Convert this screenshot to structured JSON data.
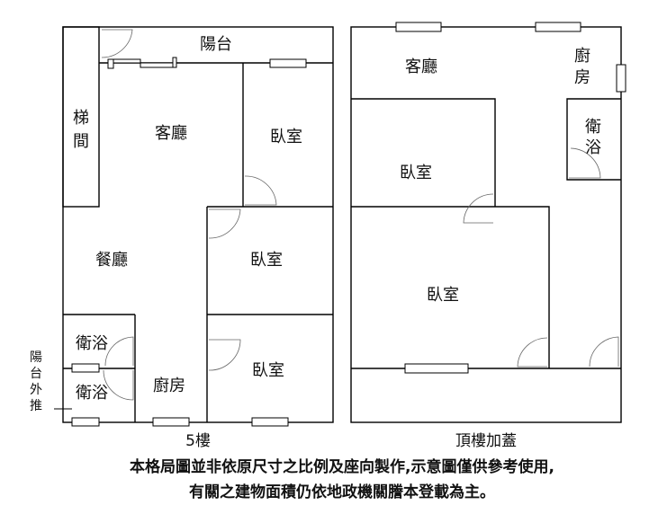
{
  "floor5": {
    "caption": "5樓",
    "rooms": {
      "balcony": "陽台",
      "stair_1": "梯",
      "stair_2": "間",
      "living": "客廳",
      "bedroom_1": "臥室",
      "dining": "餐廳",
      "bedroom_2": "臥室",
      "bath_1": "衛浴",
      "bath_2": "衛浴",
      "kitchen": "廚房",
      "bedroom_3": "臥室"
    },
    "balcony_extension": [
      "陽",
      "台",
      "外",
      "推"
    ]
  },
  "rooftop": {
    "caption": "頂樓加蓋",
    "rooms": {
      "living": "客廳",
      "kitchen_1": "廚",
      "kitchen_2": "房",
      "bath_1": "衛",
      "bath_2": "浴",
      "bedroom_1": "臥室",
      "bedroom_2": "臥室"
    }
  },
  "disclaimer": {
    "line1": "本格局圖並非依原尺寸之比例及座向製作,示意圖僅供參考使用,",
    "line2": "有關之建物面積仍依地政機關謄本登載為主。"
  }
}
